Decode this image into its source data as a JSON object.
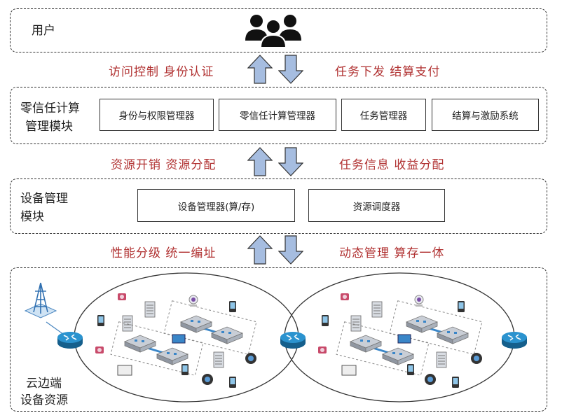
{
  "users": {
    "title": "用户"
  },
  "arrows_1": {
    "left": "访问控制  身份认证",
    "right": "任务下发  结算支付"
  },
  "zero_trust": {
    "title_line1": "零信任计算",
    "title_line2": "管理模块",
    "boxes": [
      "身份与权限管理器",
      "零信任计算管理器",
      "任务管理器",
      "结算与激励系统"
    ]
  },
  "arrows_2": {
    "left": "资源开销  资源分配",
    "right": "任务信息  收益分配"
  },
  "device_mgmt": {
    "title_line1": "设备管理",
    "title_line2": "模块",
    "boxes": [
      "设备管理器(算/存)",
      "资源调度器"
    ]
  },
  "arrows_3": {
    "left": "性能分级  统一编址",
    "right": "动态管理  算存一体"
  },
  "cloud_edge": {
    "title_line1": "云边端",
    "title_line2": "设备资源"
  },
  "colors": {
    "accent_red": "#b03030",
    "arrow_fill": "#a6bde0",
    "router": "#1e7fb8"
  },
  "icons": [
    "users-icon",
    "up-arrow-icon",
    "down-arrow-icon",
    "router-icon",
    "server-icon",
    "cell-tower-icon",
    "camera-icon",
    "phone-icon",
    "storage-icon"
  ]
}
